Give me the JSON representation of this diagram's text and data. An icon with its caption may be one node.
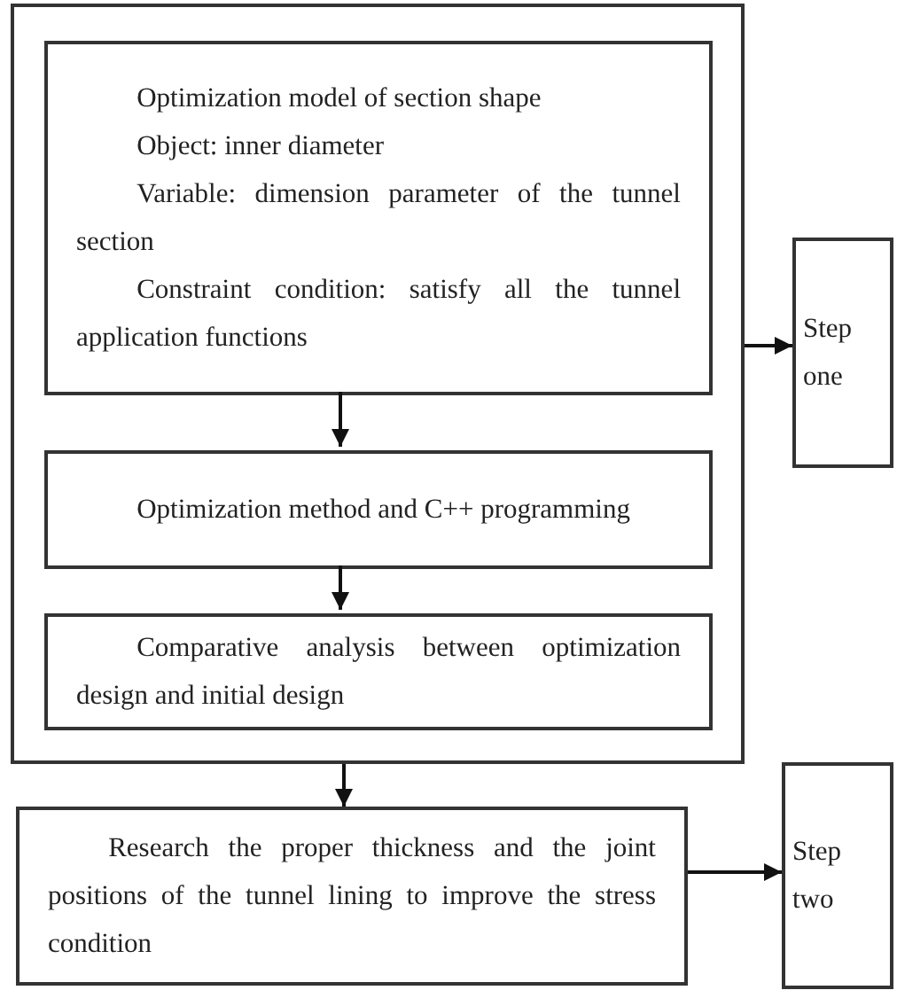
{
  "diagram": {
    "nodes": [
      {
        "text": [],
        "shape": "box"
      },
      {
        "text": [
          "Optimization model of section shape",
          "Object: inner diameter",
          "Variable: dimension parameter of the tunnel section",
          "Constraint condition: satisfy all the tunnel application functions"
        ],
        "in": 0
      },
      {
        "text": [
          "Optimization method and C++ programming"
        ],
        "in": 0
      },
      {
        "text": [
          "Comparative analysis between optimization design and initial design"
        ],
        "in": 0
      },
      {
        "text": [
          "Step one"
        ]
      },
      {
        "text": [
          "Research the proper thickness and the joint positions of the tunnel lining to improve the stress condition"
        ]
      },
      {
        "text": [
          "Step two"
        ]
      }
    ],
    "edges": [
      {
        "from": 1,
        "to": 2,
        "arrow": "to"
      },
      {
        "from": 2,
        "to": 3,
        "arrow": "to"
      },
      {
        "from": 0,
        "to": 4,
        "arrow": "to"
      },
      {
        "from": 0,
        "to": 5,
        "arrow": "to"
      },
      {
        "from": 5,
        "to": 6,
        "arrow": "to"
      }
    ]
  }
}
